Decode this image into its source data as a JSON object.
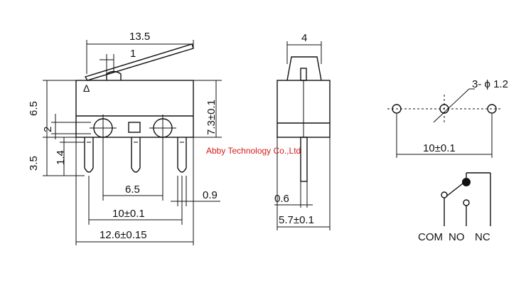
{
  "watermark": "Abby Technology Co.,Ltd",
  "front_view": {
    "dim_top_length": "13.5",
    "dim_lever_offset": "1",
    "dim_body_height": "6.5",
    "dim_hole_height": "2",
    "dim_pin_length": "3.5",
    "dim_pin_short": "1.4",
    "dim_total_height": "7.3±0.1",
    "dim_pin_spacing": "6.5",
    "dim_pin_width": "0.9",
    "dim_hole_spacing": "10±0.1",
    "dim_body_length": "12.6±0.15",
    "mark": "Δ"
  },
  "side_view": {
    "dim_plunger_width": "4",
    "dim_pin_thickness": "0.6",
    "dim_body_width": "5.7±0.1"
  },
  "pcb_layout": {
    "hole_label": "3- ϕ 1.2",
    "dim_hole_span": "10±0.1"
  },
  "schematic": {
    "label_com": "COM",
    "label_no": "NO",
    "label_nc": "NC"
  }
}
